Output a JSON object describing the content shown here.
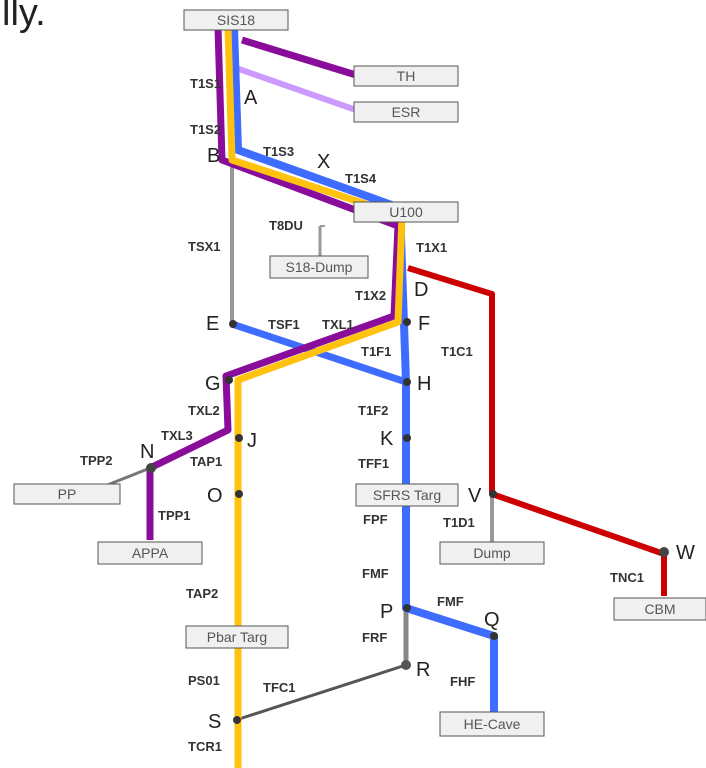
{
  "header": {
    "partial_text": "lly."
  },
  "colors": {
    "blue": "#3d6cff",
    "yellow": "#ffc20e",
    "purple": "#8a0c9a",
    "lavender": "#cc99ff",
    "red": "#cc0000",
    "gray": "#999999",
    "darkgray": "#555555"
  },
  "boxes": {
    "sis18": "SIS18",
    "th": "TH",
    "esr": "ESR",
    "u100": "U100",
    "s18dump": "S18-Dump",
    "pp": "PP",
    "appa": "APPA",
    "sfrstarg": "SFRS Targ",
    "dump": "Dump",
    "cbm": "CBM",
    "pbartarg": "Pbar Targ",
    "hecave": "HE-Cave"
  },
  "nodes": {
    "A": "A",
    "B": "B",
    "X": "X",
    "D": "D",
    "E": "E",
    "F": "F",
    "G": "G",
    "H": "H",
    "J": "J",
    "K": "K",
    "N": "N",
    "O": "O",
    "V": "V",
    "W": "W",
    "P": "P",
    "Q": "Q",
    "R": "R",
    "S": "S"
  },
  "segments": {
    "t1s1": "T1S1",
    "t1s2": "T1S2",
    "t1s3": "T1S3",
    "t1s4": "T1S4",
    "t8du": "T8DU",
    "tsx1": "TSX1",
    "t1x1": "T1X1",
    "t1x2": "T1X2",
    "tsf1": "TSF1",
    "txl1": "TXL1",
    "t1f1": "T1F1",
    "t1c1": "T1C1",
    "txl2": "TXL2",
    "txl3": "TXL3",
    "t1f2": "T1F2",
    "tpp2": "TPP2",
    "tap1": "TAP1",
    "tff1": "TFF1",
    "tpp1": "TPP1",
    "fpf": "FPF",
    "t1d1": "T1D1",
    "fmf1": "FMF",
    "tnc1": "TNC1",
    "tap2": "TAP2",
    "fmf2": "FMF",
    "frf": "FRF",
    "ps01": "PS01",
    "tfc1": "TFC1",
    "fhf": "FHF",
    "tcr1": "TCR1"
  }
}
